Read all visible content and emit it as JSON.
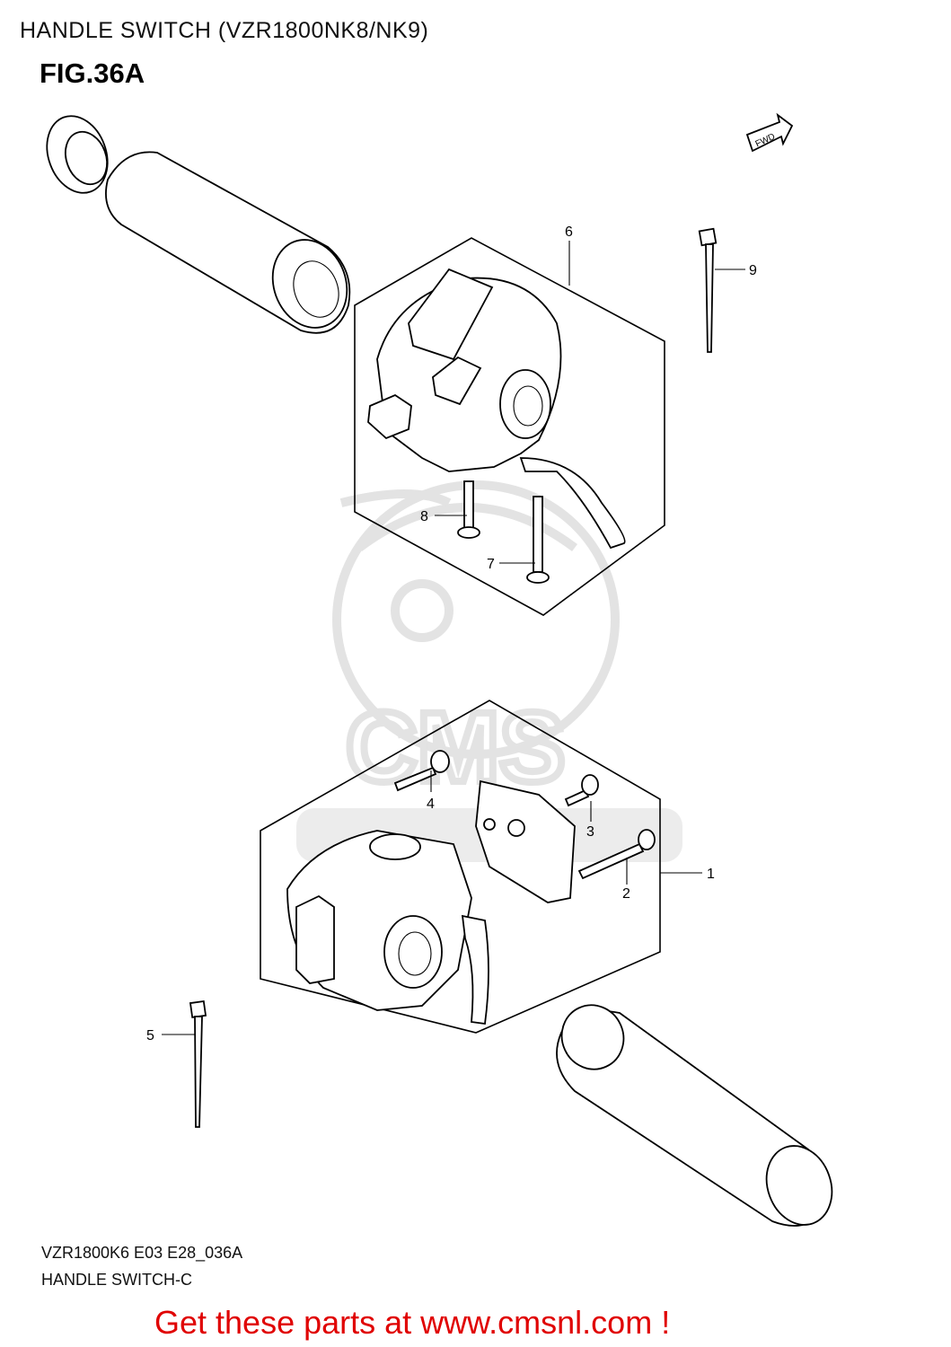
{
  "header": {
    "title": "HANDLE SWITCH (VZR1800NK8/NK9)",
    "fig": "FIG.36A"
  },
  "direction_badge": "FWD",
  "callouts": [
    {
      "id": "1",
      "label": "1"
    },
    {
      "id": "2",
      "label": "2"
    },
    {
      "id": "3",
      "label": "3"
    },
    {
      "id": "4",
      "label": "4"
    },
    {
      "id": "5",
      "label": "5"
    },
    {
      "id": "6",
      "label": "6"
    },
    {
      "id": "7",
      "label": "7"
    },
    {
      "id": "8",
      "label": "8"
    },
    {
      "id": "9",
      "label": "9"
    }
  ],
  "watermark": "CMS",
  "footer": {
    "code": "VZR1800K6 E03 E28_036A",
    "name": "HANDLE SWITCH-C",
    "promo": "Get these parts at www.cmsnl.com !"
  },
  "colors": {
    "promo": "#e00000",
    "line": "#000000",
    "watermark": "#e3e3e3"
  }
}
